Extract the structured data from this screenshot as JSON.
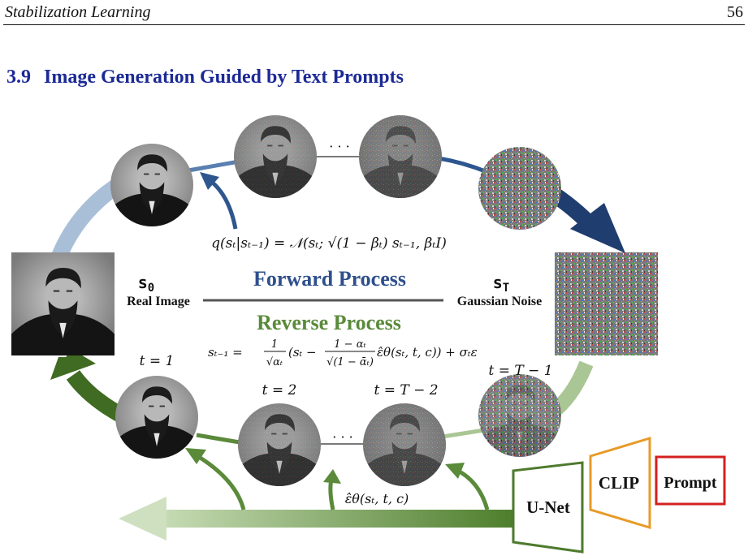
{
  "header": {
    "running_title": "Stabilization Learning",
    "page_number": "56"
  },
  "section": {
    "number": "3.9",
    "title": "Image Generation Guided by Text Prompts"
  },
  "figure": {
    "s0_label": "s",
    "s0_sub": "0",
    "real_image_label": "Real Image",
    "sT_label": "s",
    "sT_sub": "T",
    "gaussian_noise_label": "Gaussian Noise",
    "forward_process": "Forward Process",
    "reverse_process": "Reverse Process",
    "forward_eq": "q(sₜ|sₜ₋₁) = 𝒩(sₜ; √(1 − βₜ) sₜ₋₁, βₜI)",
    "reverse_eq_lhs": "sₜ₋₁ =",
    "reverse_eq_f1_num": "1",
    "reverse_eq_f1_den": "√αₜ",
    "reverse_eq_mid": "(sₜ −",
    "reverse_eq_f2_num": "1 − αₜ",
    "reverse_eq_f2_den": "√(1 − ᾱₜ)",
    "reverse_eq_tail": "ε̂θ(sₜ, t, c)) + σₜε",
    "t1": "t = 1",
    "t2": "t = 2",
    "tT2": "t = T − 2",
    "tT1": "t = T − 1",
    "dots": "· · ·",
    "eps_label": "ε̂θ(sₜ, t, c)",
    "unet": "U-Net",
    "clip": "CLIP",
    "prompt": "Prompt",
    "colors": {
      "forward_text": "#2e4f8c",
      "reverse_text": "#5a8a3a",
      "unet_border": "#4e7a2e",
      "clip_border": "#e89a28",
      "prompt_border": "#d42020",
      "forward_arrow_dark": "#1f3d6e",
      "forward_arrow_light": "#a8bfd9",
      "reverse_arrow_dark": "#3f6b22",
      "reverse_arrow_light": "#a9c694"
    }
  }
}
